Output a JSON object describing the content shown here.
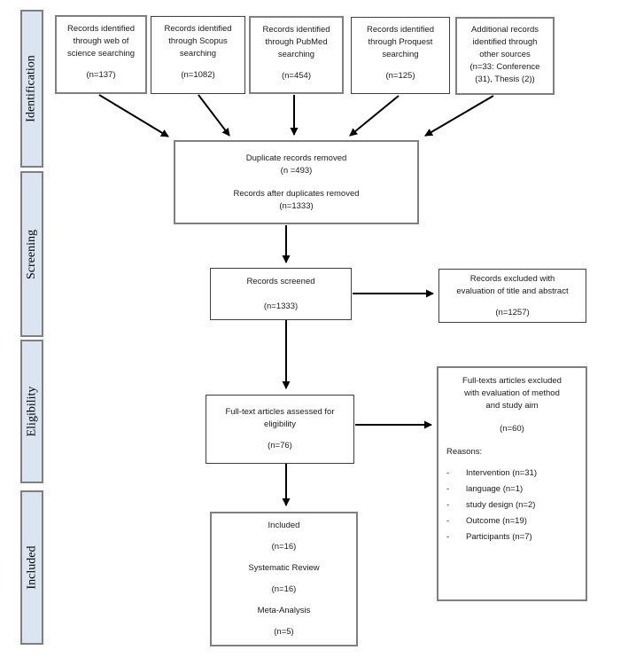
{
  "colors": {
    "stage_fill": "#dbe5f1",
    "stage_border": "#7f7f7f",
    "box_border_gray": "#7f7f7f",
    "box_border_dark": "#3f3f3f",
    "arrow": "#000000",
    "background": "#ffffff"
  },
  "sidebar": {
    "items": [
      {
        "label": "Identification"
      },
      {
        "label": "Screening"
      },
      {
        "label": "Eligibility"
      },
      {
        "label": "Included"
      }
    ]
  },
  "boxes": {
    "source_wos": {
      "lines": [
        "Records identified",
        "through web of",
        "science searching"
      ],
      "count": "(n=137)"
    },
    "source_scopus": {
      "lines": [
        "Records identified",
        "through Scopus",
        "searching"
      ],
      "count": "(n=1082)"
    },
    "source_pubmed": {
      "lines": [
        "Records identified",
        "through PubMed",
        "searching"
      ],
      "count": "(n=454)"
    },
    "source_proquest": {
      "lines": [
        "Records identified",
        "through Proquest",
        "searching"
      ],
      "count": "(n=125)"
    },
    "source_other": {
      "lines": [
        "Additional records",
        "identified through",
        "other sources",
        "(n=33: Conference",
        "(31), Thesis (2))"
      ]
    },
    "duplicates": {
      "line1": "Duplicate records removed",
      "count1": "(n =493)",
      "line2": "Records after duplicates removed",
      "count2": "(n=1333)"
    },
    "screened": {
      "line": "Records screened",
      "count": "(n=1333)"
    },
    "excluded_screening": {
      "lines": [
        "Records excluded with",
        "evaluation of title and abstract"
      ],
      "count": "(n=1257)"
    },
    "fulltext": {
      "lines": [
        "Full-text articles assessed for",
        "eligibility"
      ],
      "count": "(n=76)"
    },
    "excluded_fulltext": {
      "lines": [
        "Full-texts articles excluded",
        "with evaluation of method",
        "and study aim"
      ],
      "count": "(n=60)",
      "reasons_label": "Reasons:",
      "bullet": "-",
      "reasons": [
        "Intervention (n=31)",
        "language (n=1)",
        "study design (n=2)",
        "Outcome (n=19)",
        "Participants (n=7)"
      ]
    },
    "included": {
      "lines": [
        "Included",
        "(n=16)",
        "Systematic Review",
        "(n=16)",
        "Meta-Analysis",
        "(n=5)"
      ]
    }
  }
}
